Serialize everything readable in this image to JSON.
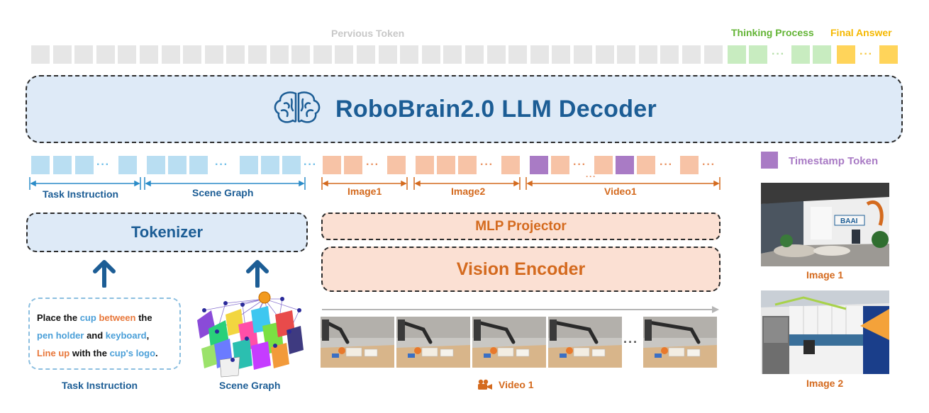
{
  "top": {
    "previous_label": "Pervious Token",
    "thinking_label": "Thinking Process",
    "answer_label": "Final Answer"
  },
  "decoder": {
    "title": "RoboBrain2.0 LLM Decoder",
    "icon": "brain-icon"
  },
  "input_groups": {
    "task_instruction": "Task Instruction",
    "scene_graph": "Scene Graph",
    "image1": "Image1",
    "image2": "Image2",
    "video1": "Video1"
  },
  "legend": {
    "timestamp": "Timestamp Token"
  },
  "tokenizer": {
    "label": "Tokenizer"
  },
  "mlp": {
    "label": "MLP Projector"
  },
  "vision": {
    "label": "Vision Encoder"
  },
  "task": {
    "caption": "Task Instruction",
    "line1": {
      "a": "Place the ",
      "b": "cup",
      "c": " ",
      "d": "between",
      "e": " the"
    },
    "line2": {
      "a": "pen holder",
      "b": " and ",
      "c": "keyboard",
      "d": ","
    },
    "line3": {
      "a": "Line up",
      "b": " with the ",
      "c": "cup's logo",
      "d": "."
    }
  },
  "scene": {
    "caption": "Scene Graph"
  },
  "video": {
    "caption": "Video 1",
    "ellipsis": "···"
  },
  "images": {
    "image1_caption": "Image 1",
    "image2_caption": "Image 2",
    "sign": "BAAI"
  },
  "colors": {
    "blue_text": "#1c5d95",
    "orange_text": "#d46a1e",
    "gray_text": "#c8c8c8",
    "green_text": "#63b435",
    "yellow_text": "#f5b800",
    "purple_text": "#a97bc5",
    "decoder_fill": "#deeaf7",
    "tokenizer_fill": "#deeaf7",
    "vision_fill": "#fbe0d3"
  }
}
